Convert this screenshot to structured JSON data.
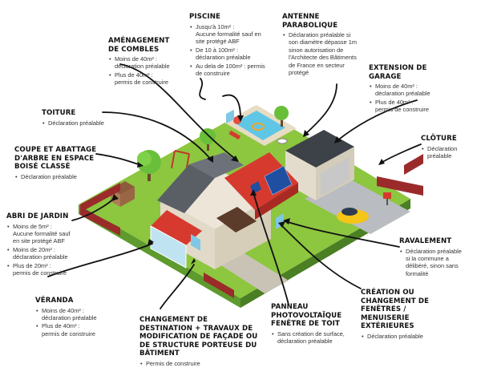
{
  "callouts": {
    "piscine": {
      "title": "PISCINE",
      "items": [
        "Jusqu'à 10m² :\nAucune formalité sauf en\nsite protégé ABF",
        "De 10 à 100m² :\ndéclaration préalable",
        "Au dela de 100m² : permis\nde construire"
      ]
    },
    "antenne": {
      "title": "ANTENNE\nPARABOLIQUE",
      "items": [
        "Déclaration préalable si\nson diamètre dépasse 1m\nsinon autorisation de\nl'Architecte des Bâtiments\nde France en secteur\nprotégé"
      ]
    },
    "amenagement": {
      "title": "AMÉNAGEMENT\nDE COMBLES",
      "items": [
        "Moins de 40m² :\ndéclaration préalable",
        "Plus de 40m² :\npermis de construire"
      ]
    },
    "extension": {
      "title": "EXTENSION DE\nGARAGE",
      "items": [
        "Moins de 40m² :\ndéclaration préalable",
        "Plus de 40m² :\npermis de construire"
      ]
    },
    "toiture": {
      "title": "TOITURE",
      "items": [
        "Déclaration préalable"
      ]
    },
    "cloture": {
      "title": "CLÔTURE",
      "items": [
        "Déclaration\npréalable"
      ]
    },
    "coupe": {
      "title": "COUPE ET ABATTAGE\nD'ARBRE EN ESPACE\nBOISÉ CLASSÉ",
      "items": [
        "Déclaration préalable"
      ]
    },
    "abri": {
      "title": "ABRI DE JARDIN",
      "items": [
        "Moins de 5m² :\nAucune formalité sauf\nen site protégé ABF",
        "Moins de 20m² :\ndéclaration préalable",
        "Plus de 20m² :\npermis de construire"
      ]
    },
    "ravalement": {
      "title": "RAVALEMENT",
      "items": [
        "Déclaration préalable\nsi la commune a\ndélibéré, sinon sans\nformalité"
      ]
    },
    "veranda": {
      "title": "VÉRANDA",
      "items": [
        "Moins de 40m² :\ndéclaration préalable",
        "Plus de 40m² :\npermis de construire"
      ]
    },
    "changement": {
      "title": "CHANGEMENT DE\nDESTINATION + TRAVAUX DE\nMODIFICATION DE FAÇADE OU\nDE STRUCTURE PORTEUSE DU\nBÂTIMENT",
      "items": [
        "Permis de construire"
      ]
    },
    "panneau": {
      "title": "PANNEAU\nPHOTOVOLTAÏQUE\nFENÊTRE DE TOIT",
      "items": [
        "Sans création de surface,\ndéclaration préalable"
      ]
    },
    "creation": {
      "title": "CRÉATION OU\nCHANGEMENT DE\nFENÊTRES /\nMENUISERIE\nEXTÉRIEURES",
      "items": [
        "Déclaration préalable"
      ]
    }
  },
  "colors": {
    "grass": "#8dc63f",
    "grass_dark": "#5e9a2e",
    "wall": "#ece5d8",
    "roof_red": "#d63a2f",
    "roof_grey": "#5a5f66",
    "pool": "#5fc6e6",
    "fence": "#9b2b2b",
    "car": "#f5c518",
    "solar": "#1f4fa0"
  }
}
